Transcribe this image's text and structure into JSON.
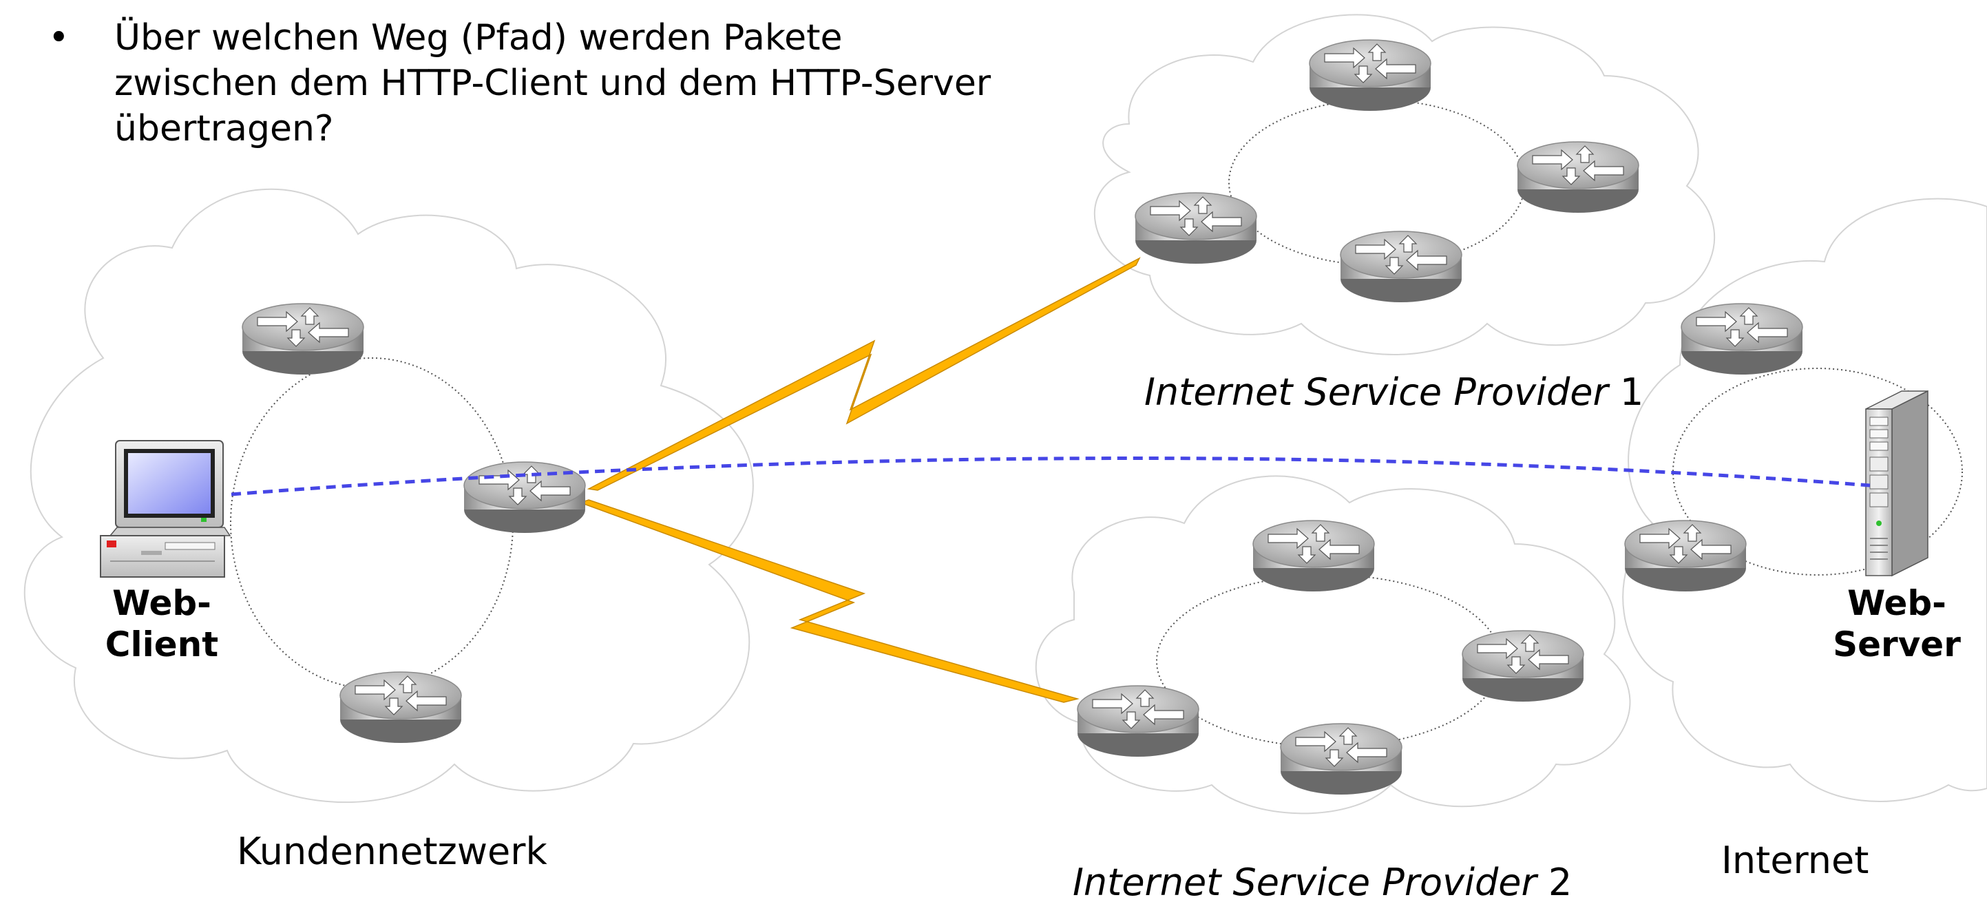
{
  "question": {
    "bullet": "•",
    "lines": [
      "Über welchen Weg (Pfad) werden Pakete",
      "zwischen dem HTTP-Client und dem HTTP-Server",
      "übertragen?"
    ]
  },
  "networks": {
    "kundennetzwerk": "Kundennetzwerk",
    "isp1": {
      "name": "Internet Service Provider",
      "number": "1"
    },
    "isp2": {
      "name": "Internet Service Provider",
      "number": "2"
    },
    "internet": "Internet"
  },
  "devices": {
    "client": {
      "line1": "Web-",
      "line2": "Client"
    },
    "server": {
      "line1": "Web-",
      "line2": "Server"
    }
  },
  "colors": {
    "path": "#4646e6",
    "link": "#ffb300",
    "cloud_outline": "#d4d4d4"
  }
}
